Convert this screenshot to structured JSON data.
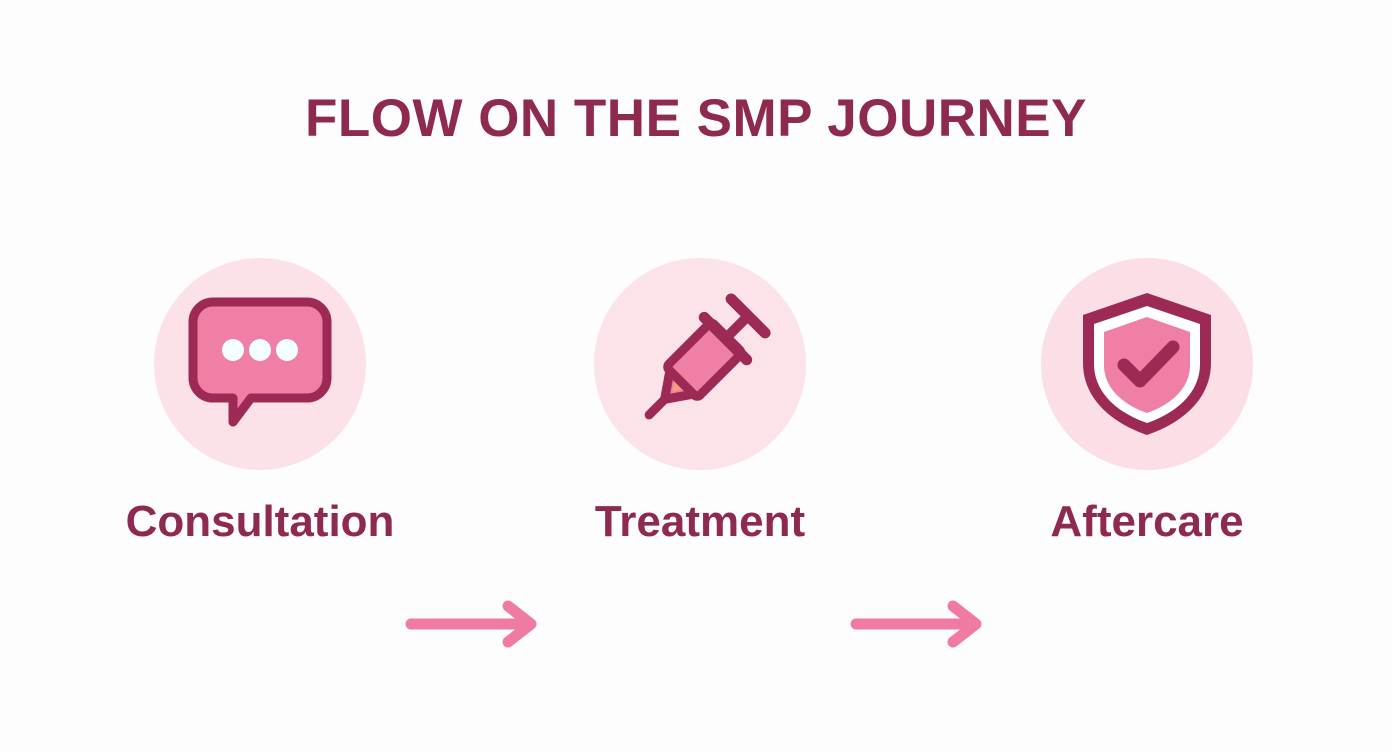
{
  "page": {
    "background_color": "#fdfdfd",
    "title": "FLOW ON THE SMP JOURNEY",
    "title_color": "#8e2950"
  },
  "palette": {
    "maroon": "#9c2a55",
    "deep_maroon": "#8e2950",
    "pink": "#ef7fa5",
    "light_pink_circle": "#fce2e8",
    "arrow_pink": "#ef7aa2",
    "white": "#ffffff",
    "accent_orange": "#f0a07a"
  },
  "flow": {
    "steps": [
      {
        "id": "consultation",
        "label": "Consultation",
        "icon": "speech-bubble-icon",
        "circle_color": "#fce2e8"
      },
      {
        "id": "treatment",
        "label": "Treatment",
        "icon": "syringe-icon",
        "circle_color": "#fce3e9"
      },
      {
        "id": "aftercare",
        "label": "Aftercare",
        "icon": "shield-check-icon",
        "circle_color": "#fcdfe6"
      }
    ],
    "connectors": [
      {
        "id": "connector-1",
        "icon": "arrow-right-icon",
        "color": "#ef7aa2"
      },
      {
        "id": "connector-2",
        "icon": "arrow-right-icon",
        "color": "#ef7aa2"
      }
    ]
  }
}
